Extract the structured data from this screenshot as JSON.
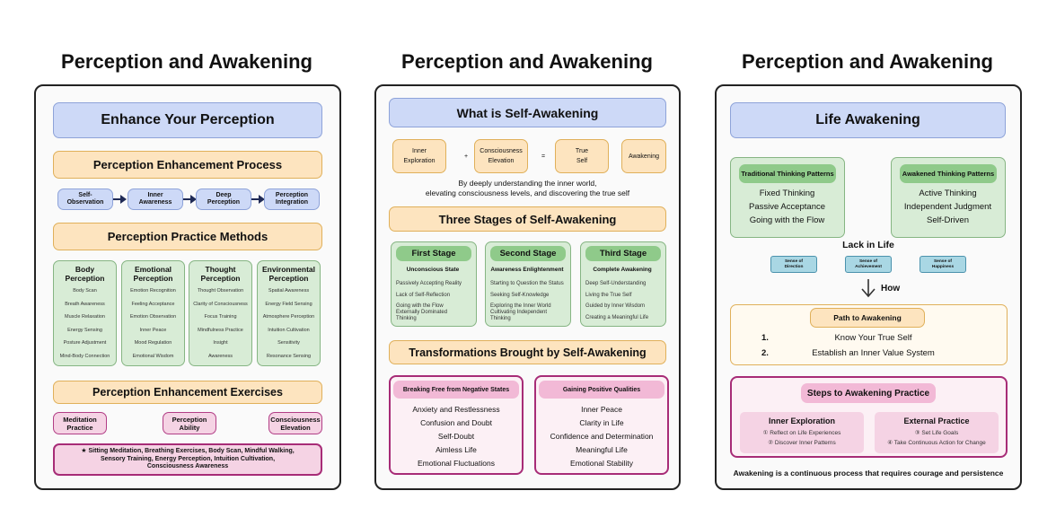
{
  "panel1": {
    "title": "Perception and Awakening",
    "header": "Enhance Your Perception",
    "process_title": "Perception Enhancement Process",
    "process_steps": [
      "Self-\nObservation",
      "Inner\nAwareness",
      "Deep\nPerception",
      "Perception\nIntegration"
    ],
    "methods_title": "Perception Practice Methods",
    "methods": [
      {
        "title": "Body\nPerception",
        "items": [
          "Body Scan",
          "Breath Awareness",
          "Muscle Relaxation",
          "Energy Sensing",
          "Posture Adjustment",
          "Mind-Body Connection"
        ]
      },
      {
        "title": "Emotional\nPerception",
        "items": [
          "Emotion Recognition",
          "Feeling Acceptance",
          "Emotion Observation",
          "Inner Peace",
          "Mood Regulation",
          "Emotional Wisdom"
        ]
      },
      {
        "title": "Thought\nPerception",
        "items": [
          "Thought Observation",
          "Clarity of Consciousness",
          "Focus Training",
          "Mindfulness Practice",
          "Insight",
          "Awareness"
        ]
      },
      {
        "title": "Environmental\nPerception",
        "items": [
          "Spatial Awareness",
          "Energy Field Sensing",
          "Atmosphere Perception",
          "Intuition Cultivation",
          "Sensitivity",
          "Resonance Sensing"
        ]
      }
    ],
    "exercises_title": "Perception Enhancement Exercises",
    "exercises": [
      "Meditation\nPractice",
      "Perception\nAbility",
      "Consciousness\nElevation"
    ],
    "exercise_summary": "★ Sitting Meditation, Breathing Exercises, Body Scan, Mindful Walking,\nSensory Training, Energy Perception, Intuition Cultivation,\nConsciousness Awareness"
  },
  "panel2": {
    "title": "Perception and Awakening",
    "header": "What is Self-Awakening",
    "formula": [
      "Inner\nExploration",
      "+",
      "Consciousness\nElevation",
      "=",
      "True\nSelf",
      "Awakening"
    ],
    "description": "By deeply understanding the inner world,\nelevating consciousness levels, and discovering the true self",
    "stages_title": "Three Stages of Self-Awakening",
    "stages": [
      {
        "title": "First Stage",
        "subtitle": "Unconscious State",
        "items": [
          "Passively Accepting Reality",
          "Lack of Self-Reflection",
          "Going with the Flow\nExternally Dominated\nThinking"
        ]
      },
      {
        "title": "Second Stage",
        "subtitle": "Awareness Enlightenment",
        "items": [
          "Starting to Question the Status",
          "Seeking Self-Knowledge",
          "Exploring the Inner World\nCultivating Independent\nThinking"
        ]
      },
      {
        "title": "Third Stage",
        "subtitle": "Complete Awakening",
        "items": [
          "Deep Self-Understanding",
          "Living the True Self",
          "Guided by Inner Wisdom",
          "Creating a Meaningful Life"
        ]
      }
    ],
    "transform_title": "Transformations Brought by Self-Awakening",
    "negative": {
      "title": "Breaking Free from Negative States",
      "items": [
        "Anxiety and Restlessness",
        "Confusion and Doubt",
        "Self-Doubt",
        "Aimless Life",
        "Emotional Fluctuations"
      ]
    },
    "positive": {
      "title": "Gaining Positive Qualities",
      "items": [
        "Inner Peace",
        "Clarity in Life",
        "Confidence and Determination",
        "Meaningful Life",
        "Emotional Stability"
      ]
    }
  },
  "panel3": {
    "title": "Perception and Awakening",
    "header": "Life Awakening",
    "traditional": {
      "title": "Traditional Thinking Patterns",
      "items": [
        "Fixed Thinking",
        "Passive Acceptance",
        "Going with the Flow"
      ]
    },
    "awakened": {
      "title": "Awakened Thinking Patterns",
      "items": [
        "Active Thinking",
        "Independent Judgment",
        "Self-Driven"
      ]
    },
    "lack_title": "Lack in Life",
    "lacks": [
      "Sense of\nDirection",
      "Sense of\nAchievement",
      "Sense of\nHappiness"
    ],
    "how_label": "How",
    "path_title": "Path to Awakening",
    "path_items": [
      {
        "num": "1.",
        "text": "Know Your True Self"
      },
      {
        "num": "2.",
        "text": "Establish an Inner Value System"
      }
    ],
    "steps_title": "Steps to Awakening Practice",
    "inner": {
      "title": "Inner Exploration",
      "items": [
        "① Reflect on Life Experiences",
        "② Discover Inner Patterns"
      ]
    },
    "external": {
      "title": "External Practice",
      "items": [
        "③ Set Life Goals",
        "④ Take Continuous Action for Change"
      ]
    },
    "footer": "Awakening is a continuous process that requires courage and persistence"
  },
  "colors": {
    "blue": "#cdd9f7",
    "orange": "#fde4bf",
    "green": "#d8ecd6",
    "green_header": "#8fca8a",
    "pink": "#f5d3e4",
    "pink_border": "#a72c77",
    "cyan": "#a9d7e4",
    "navy_arrow": "#1f2a55"
  },
  "icons": [
    "arrow-right-icon",
    "arrow-down-icon"
  ]
}
